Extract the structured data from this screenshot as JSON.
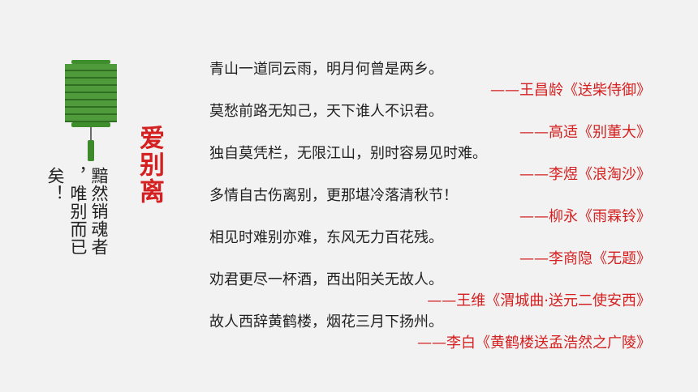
{
  "side_text": {
    "col1": "黯然销魂者",
    "col2": "，唯别而已",
    "col3": "矣！"
  },
  "theme_title": "爱别离",
  "poems": [
    {
      "line": "青山一道同云雨，明月何曾是两乡。",
      "attribution": "——王昌龄《送柴侍御》"
    },
    {
      "line": "莫愁前路无知己，天下谁人不识君。",
      "attribution": "——高适《别董大》"
    },
    {
      "line": "独自莫凭栏，无限江山，别时容易见时难。",
      "attribution": "——李煜《浪淘沙》"
    },
    {
      "line": "多情自古伤离别，更那堪冷落清秋节！",
      "attribution": "——柳永《雨霖铃》"
    },
    {
      "line": "相见时难别亦难，东风无力百花残。",
      "attribution": "——李商隐《无题》"
    },
    {
      "line": "劝君更尽一杯酒，西出阳关无故人。",
      "attribution": "——王维《渭城曲·送元二使安西》"
    },
    {
      "line": "故人西辞黄鹤楼，烟花三月下扬州。",
      "attribution": "——李白《黄鹤楼送孟浩然之广陵》"
    }
  ],
  "colors": {
    "accent_red": "#d42020",
    "lantern_green": "#4f9a3a"
  }
}
